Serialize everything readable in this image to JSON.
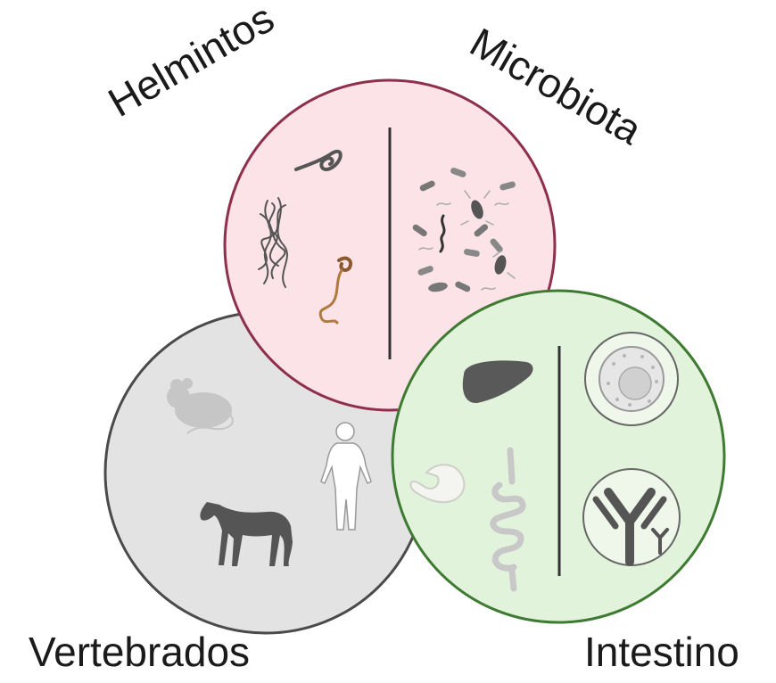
{
  "labels": {
    "helmintos": "Helmintos",
    "microbiota": "Microbiota",
    "vertebrados": "Vertebrados",
    "intestino": "Intestino"
  },
  "colors": {
    "helmintos_fill": "#fbe3e8",
    "helmintos_stroke": "#8e2f4d",
    "vertebrados_fill": "#e3e3e3",
    "vertebrados_stroke": "#4a4a4a",
    "intestino_fill": "#e2f3dc",
    "intestino_stroke": "#3f7a33"
  },
  "icons": {
    "helmintos": [
      "roundworm-icon",
      "tangled-worms-icon",
      "hookworm-icon"
    ],
    "microbiota": [
      "bacteria-cluster-icon"
    ],
    "vertebrados": [
      "mouse-icon",
      "horse-icon",
      "human-icon"
    ],
    "intestino": [
      "liver-icon",
      "stomach-icon",
      "intestine-icon",
      "immune-cell-icon",
      "antibody-icon"
    ]
  }
}
